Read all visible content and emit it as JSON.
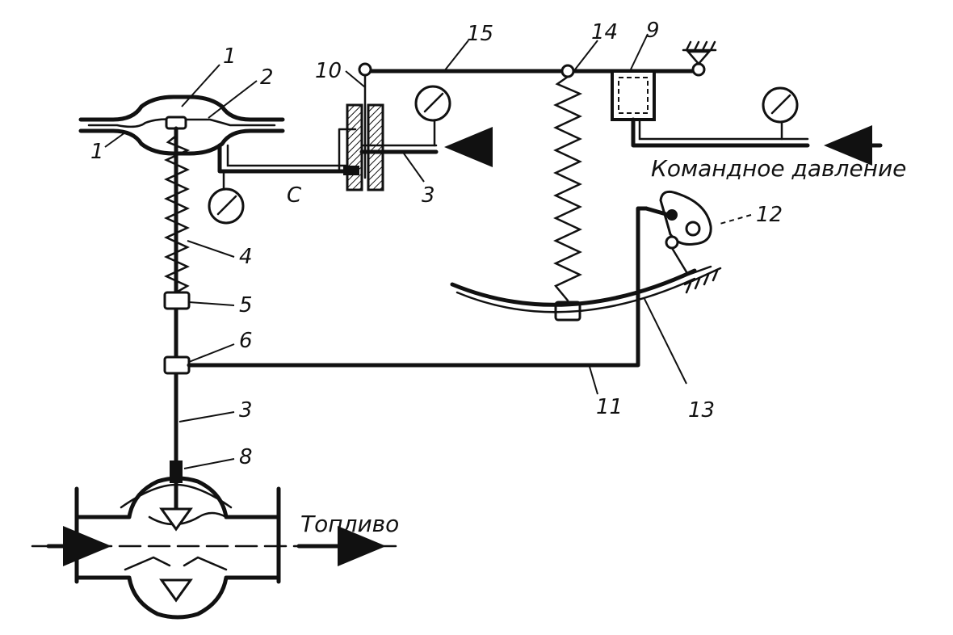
{
  "labels": {
    "l1_top": "1",
    "l2": "2",
    "l1_left": "1",
    "l3_upper": "3",
    "l4": "4",
    "l5": "5",
    "l6": "6",
    "l3_lower": "3",
    "l8": "8",
    "l9": "9",
    "l10": "10",
    "l11": "11",
    "l12": "12",
    "l13": "13",
    "l14": "14",
    "l15": "15",
    "lC": "C"
  },
  "captions": {
    "command_pressure": "Командное давление",
    "fuel": "Топливо"
  }
}
